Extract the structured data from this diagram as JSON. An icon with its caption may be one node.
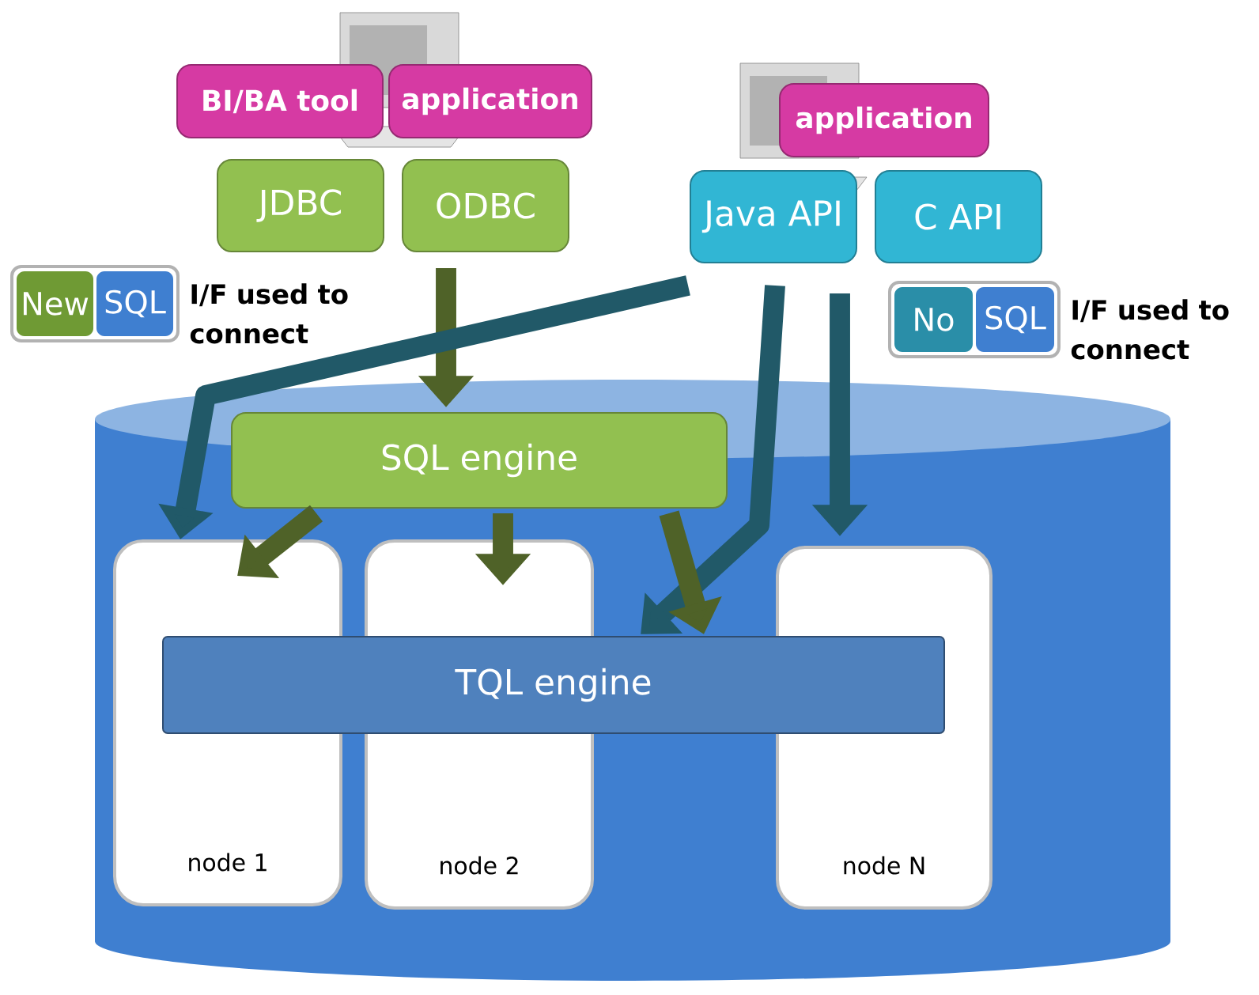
{
  "diagram": {
    "nodes": [
      {
        "text": [
          "BI/BA tool"
        ]
      },
      {
        "text": [
          "application"
        ]
      },
      {
        "text": [
          "JDBC"
        ]
      },
      {
        "text": [
          "ODBC"
        ]
      },
      {
        "text": [
          "application"
        ]
      },
      {
        "text": [
          "Java API"
        ]
      },
      {
        "text": [
          "C API"
        ]
      },
      {
        "text": [],
        "shape": "cylinder"
      },
      {
        "text": [
          "SQL engine"
        ],
        "in": 7
      },
      {
        "text": [
          "node 1"
        ],
        "in": 7
      },
      {
        "text": [
          "node 2"
        ],
        "in": 7
      },
      {
        "text": [
          "node N"
        ],
        "in": 7
      },
      {
        "text": [
          "TQL engine"
        ],
        "in": 7
      },
      {
        "text": [
          "New",
          "SQL"
        ],
        "beside": [
          "I/F used to connect"
        ]
      },
      {
        "text": [
          "No",
          "SQL"
        ],
        "beside": [
          "I/F used to connect"
        ]
      }
    ],
    "edges": [
      {
        "from": 3,
        "to": 8,
        "arrow": "to",
        "color": "#4f6228"
      },
      {
        "from": 5,
        "to": 9,
        "arrow": "to",
        "color": "#215968"
      },
      {
        "from": 5,
        "to": 12,
        "arrow": "to",
        "color": "#215968"
      },
      {
        "from": 5,
        "to": 11,
        "arrow": "to",
        "color": "#215968"
      },
      {
        "from": 8,
        "to": 9,
        "arrow": "to",
        "color": "#4f6228"
      },
      {
        "from": 8,
        "to": 10,
        "arrow": "to",
        "color": "#4f6228"
      },
      {
        "from": 8,
        "to": 12,
        "arrow": "to",
        "color": "#4f6228"
      }
    ]
  }
}
